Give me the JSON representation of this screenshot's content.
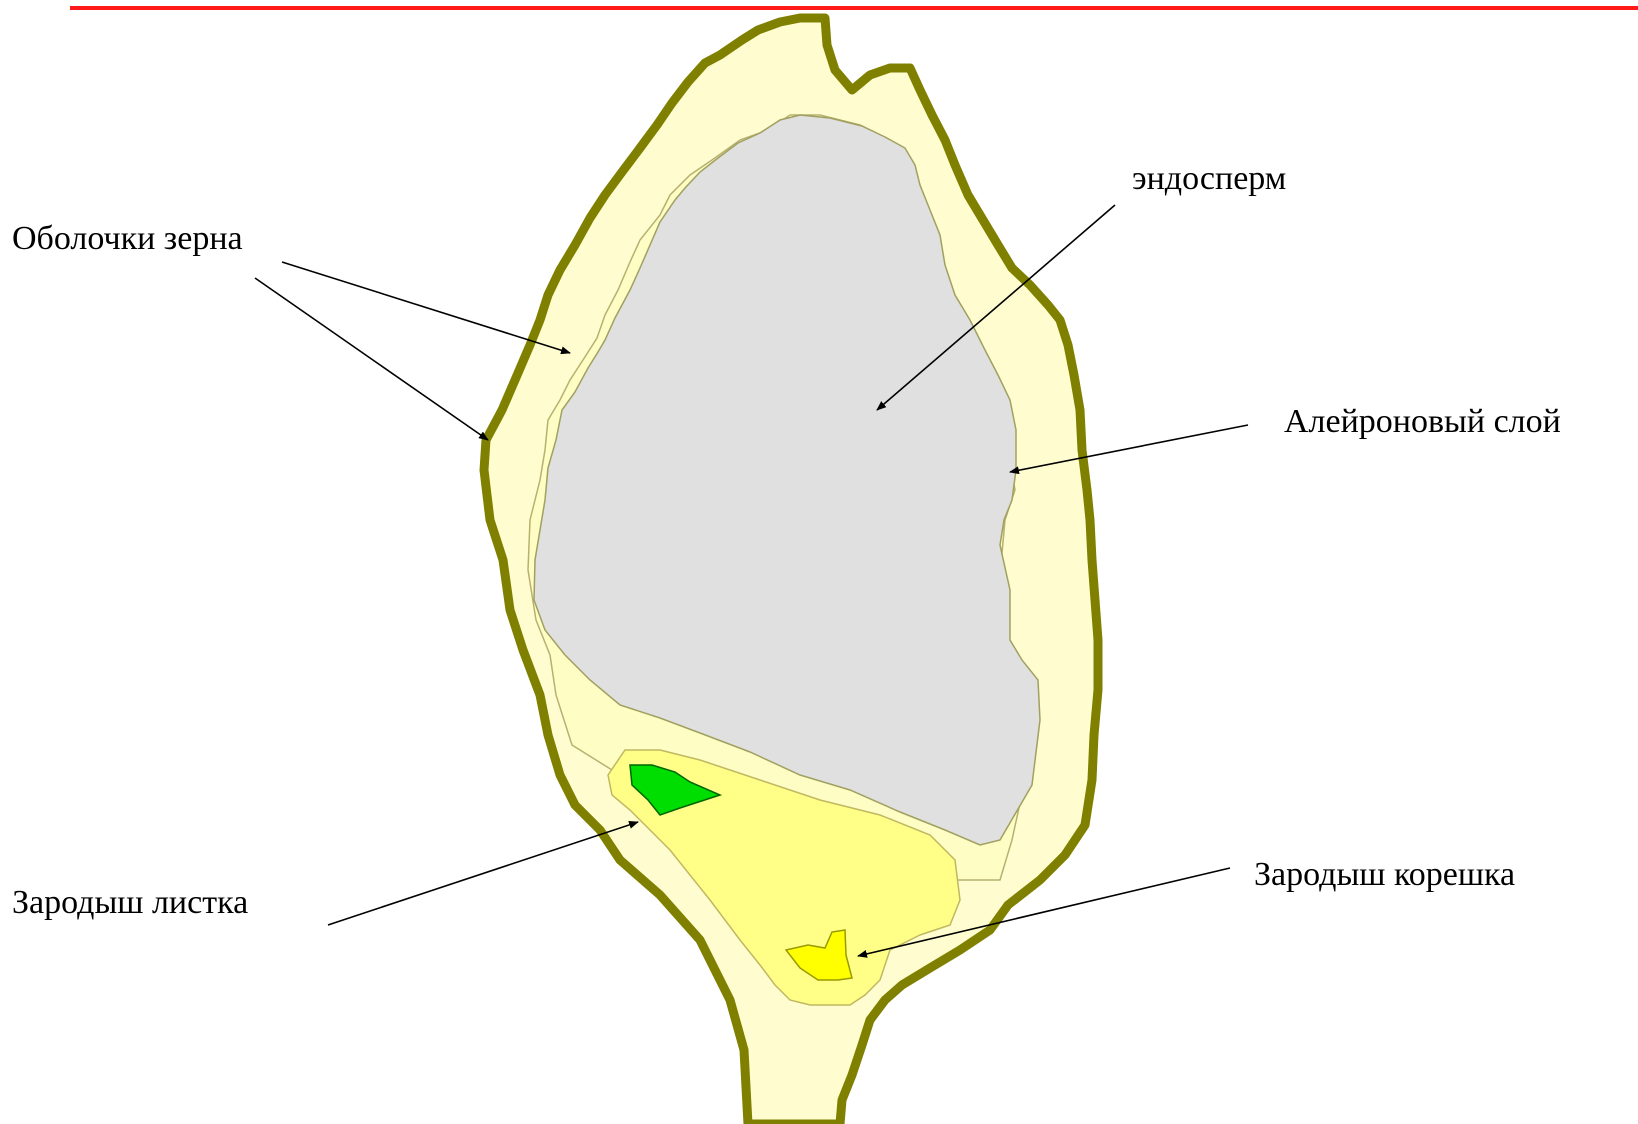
{
  "colors": {
    "top_rule": "#ff1a1a",
    "husk_outline": "#808000",
    "husk_fill": "#fffdd0",
    "aleurone_fill": "#fdfdc4",
    "endosperm_fill": "#e0e0e0",
    "embryo_fill": "#ffff88",
    "leaf_fill": "#00dd00",
    "root_fill": "#ffff00",
    "arrow": "#000000"
  },
  "labels": {
    "husk": "Оболочки зерна",
    "endosperm": "эндосперм",
    "aleurone": "Алейроновый слой",
    "leaf_embryo": "Зародыш листка",
    "root_embryo": "Зародыш корешка"
  }
}
